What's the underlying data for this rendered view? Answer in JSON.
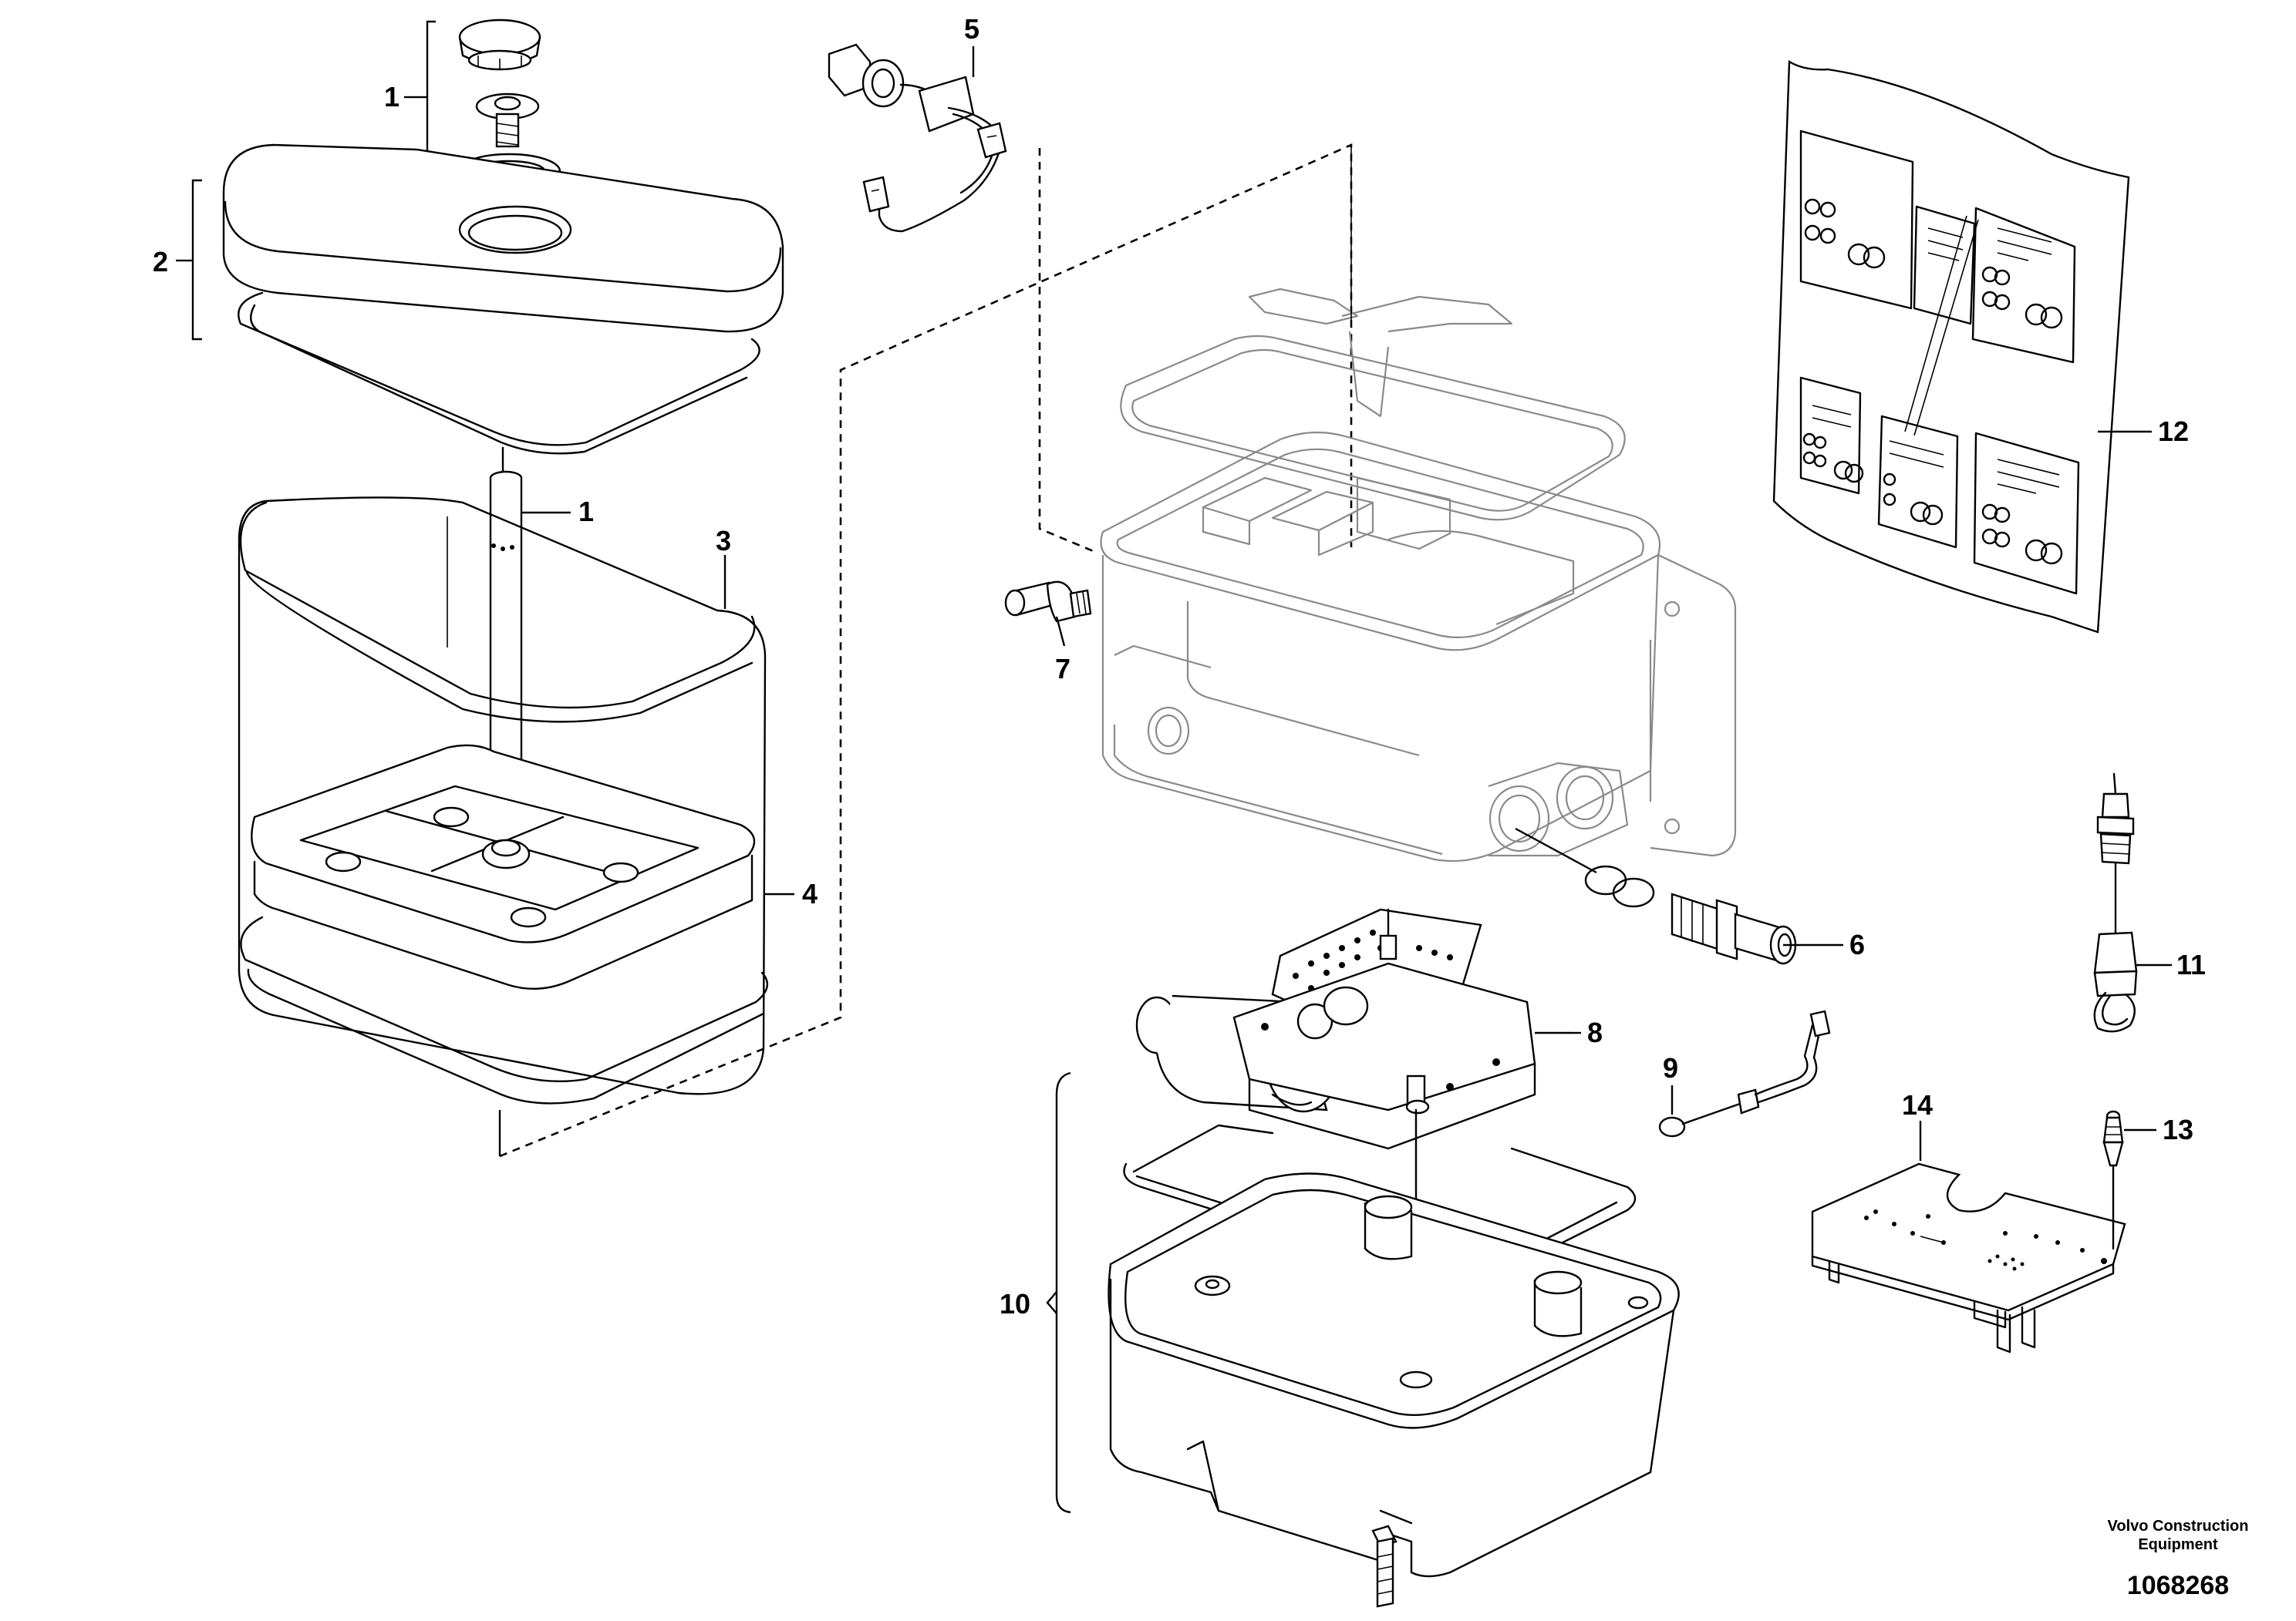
{
  "callouts": [
    {
      "id": "c1a",
      "label": "1"
    },
    {
      "id": "c2",
      "label": "2"
    },
    {
      "id": "c1b",
      "label": "1"
    },
    {
      "id": "c3",
      "label": "3"
    },
    {
      "id": "c4",
      "label": "4"
    },
    {
      "id": "c5",
      "label": "5"
    },
    {
      "id": "c6",
      "label": "6"
    },
    {
      "id": "c7",
      "label": "7"
    },
    {
      "id": "c8",
      "label": "8"
    },
    {
      "id": "c9",
      "label": "9"
    },
    {
      "id": "c10",
      "label": "10"
    },
    {
      "id": "c11",
      "label": "11"
    },
    {
      "id": "c12",
      "label": "12"
    },
    {
      "id": "c13",
      "label": "13"
    },
    {
      "id": "c14",
      "label": "14"
    }
  ],
  "footer": {
    "maker_line1": "Volvo Construction",
    "maker_line2": "Equipment",
    "reference": "1068268"
  }
}
